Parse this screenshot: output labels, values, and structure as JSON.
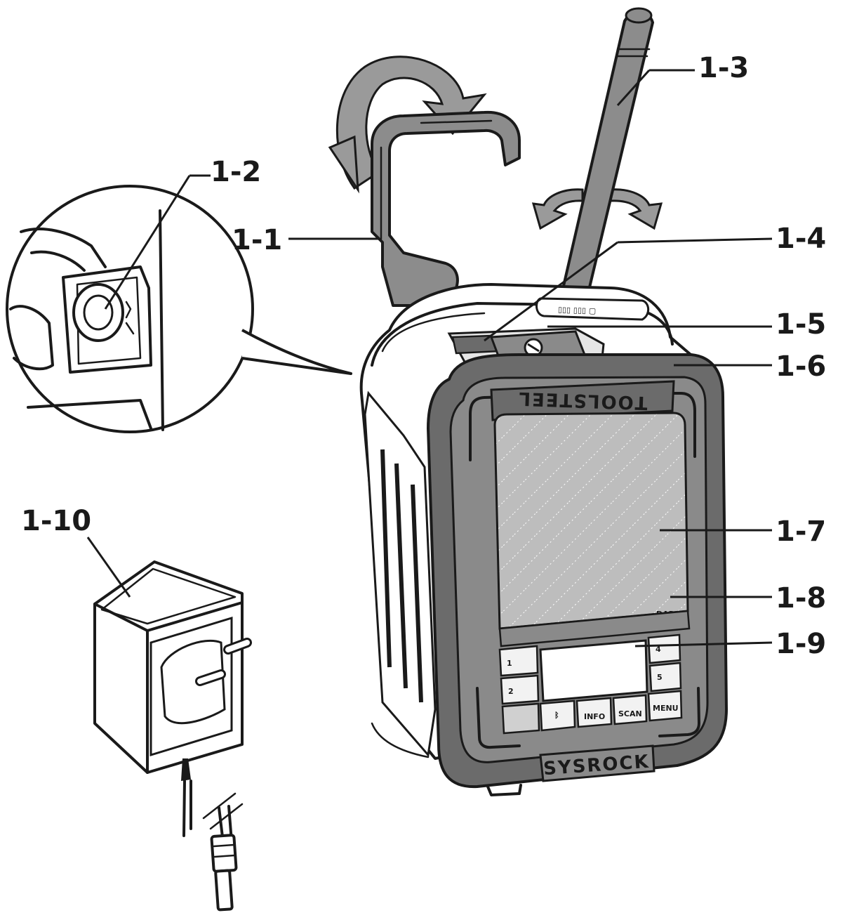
{
  "callouts": [
    {
      "id": "1-1",
      "label": "1-1"
    },
    {
      "id": "1-2",
      "label": "1-2"
    },
    {
      "id": "1-3",
      "label": "1-3"
    },
    {
      "id": "1-4",
      "label": "1-4"
    },
    {
      "id": "1-5",
      "label": "1-5"
    },
    {
      "id": "1-6",
      "label": "1-6"
    },
    {
      "id": "1-7",
      "label": "1-7"
    },
    {
      "id": "1-8",
      "label": "1-8"
    },
    {
      "id": "1-9",
      "label": "1-9"
    },
    {
      "id": "1-10",
      "label": "1-10"
    }
  ],
  "device": {
    "top_brand": "TOOLSTEEL",
    "bottom_brand": "SYSROCK",
    "dab_badge": "DAB+",
    "buttons": [
      {
        "id": "btn-1",
        "label": "1"
      },
      {
        "id": "btn-2",
        "label": "2"
      },
      {
        "id": "btn-4",
        "label": "4"
      },
      {
        "id": "btn-5",
        "label": "5"
      },
      {
        "id": "btn-scan",
        "label": "SCAN"
      },
      {
        "id": "btn-info",
        "label": "INFO"
      },
      {
        "id": "btn-menu",
        "label": "MENU"
      }
    ]
  },
  "colors": {
    "ink": "#1a1a1a",
    "bezel": "#6b6b6b",
    "speaker": "#bdbdbd",
    "strip": "#8a8a8a",
    "handle": "#8c8c8c",
    "arrow": "#9a9a9a",
    "body": "#ffffff"
  }
}
